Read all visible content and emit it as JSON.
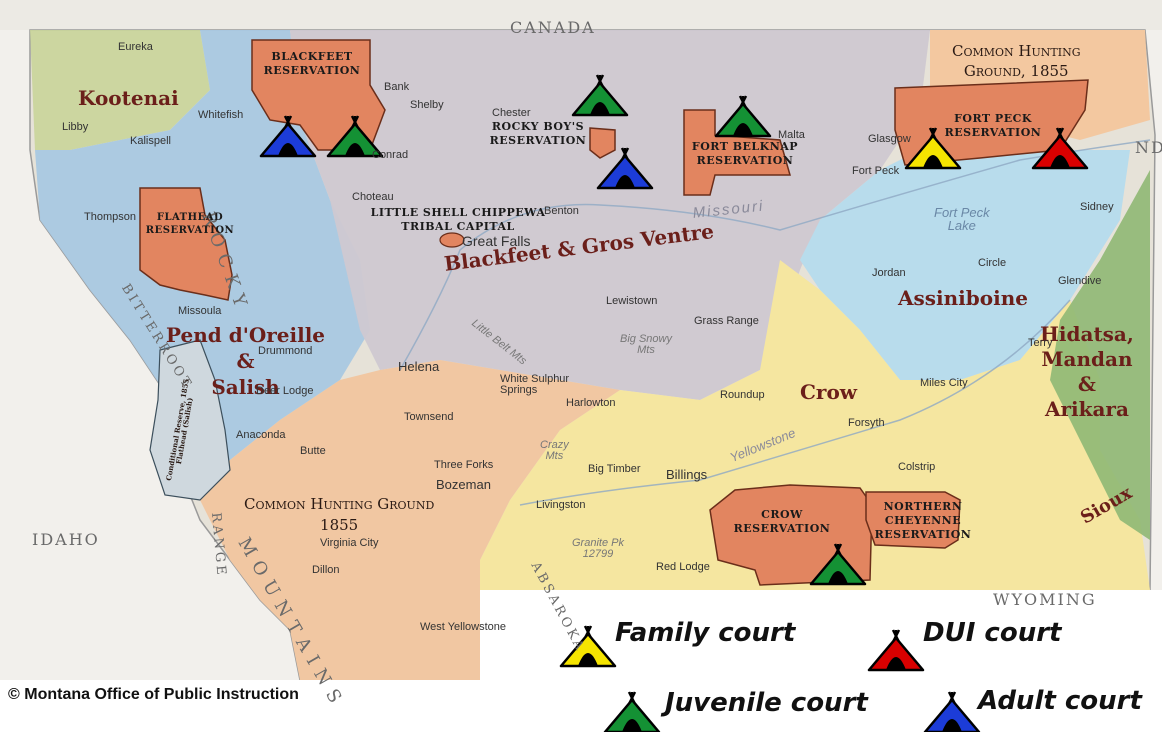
{
  "map": {
    "labels": {
      "canada": "CANADA",
      "wyoming": "WYOMING",
      "idaho": "IDAHO",
      "nd": "ND",
      "rocky": "ROCKY",
      "mountains": "MOUNTAINS",
      "absaroka": "ABSAROKA",
      "bitterroot": "BITTERROOT",
      "range": "RANGE"
    },
    "regions": {
      "kootenai": "Kootenai",
      "pend_oreille": "Pend d'Oreille\n&\nSalish",
      "blackfeet_gros_ventre": "Blackfeet & Gros Ventre",
      "assiniboine": "Assiniboine",
      "crow": "Crow",
      "hidatsa": "Hidatsa,\nMandan\n&\nArikara",
      "sioux": "Sioux",
      "common_hunting_north": "Common Hunting\nGround, 1855",
      "common_hunting_south": "Common Hunting Ground\n1855",
      "conditional_reserve": "Conditional Reserve, 1855\nFlathead (Salish)"
    },
    "reservations": {
      "blackfeet": "BLACKFEET\nRESERVATION",
      "flathead": "FLATHEAD\nRESERVATION",
      "rocky_boys": "ROCKY BOY'S\nRESERVATION",
      "fort_belknap": "FORT BELKNAP\nRESERVATION",
      "fort_peck": "FORT PECK\nRESERVATION",
      "little_shell": "LITTLE SHELL CHIPPEWA\nTRIBAL CAPITAL",
      "crow": "CROW\nRESERVATION",
      "northern_cheyenne": "NORTHERN\nCHEYENNE\nRESERVATION"
    },
    "places": {
      "eureka": "Eureka",
      "libby": "Libby",
      "kalispell": "Kalispell",
      "whitefish": "Whitefish",
      "thompson_falls": "Thompson",
      "missoula": "Missoula",
      "drummond": "Drummond",
      "deer_lodge": "Deer Lodge",
      "anaconda": "Anaconda",
      "butte": "Butte",
      "dillon": "Dillon",
      "virginia_city": "Virginia City",
      "west_yellowstone": "West Yellowstone",
      "helena": "Helena",
      "townsend": "Townsend",
      "three_forks": "Three Forks",
      "bozeman": "Bozeman",
      "livingston": "Livingston",
      "big_timber": "Big Timber",
      "red_lodge": "Red Lodge",
      "billings": "Billings",
      "harlowton": "Harlowton",
      "white_sulphur": "White Sulphur\nSprings",
      "roundup": "Roundup",
      "forsyth": "Forsyth",
      "colstrip": "Colstrip",
      "miles_city": "Miles City",
      "glendive": "Glendive",
      "sidney": "Sidney",
      "circle": "Circle",
      "jordan": "Jordan",
      "lewistown": "Lewistown",
      "grass_range": "Grass Range",
      "great_falls": "Great Falls",
      "benton": "Benton",
      "choteau": "Choteau",
      "conrad": "Conrad",
      "shelby": "Shelby",
      "chester": "Chester",
      "malta": "Malta",
      "glasgow": "Glasgow",
      "fort_peck_town": "Fort Peck",
      "bank": "Bank",
      "big_snowy": "Big Snowy\nMts",
      "little_belt": "Little Belt Mts",
      "crazy_mts": "Crazy\nMts",
      "granite_pk": "Granite Pk\n12799",
      "terry": "Terry",
      "fort_peck_lake": "Fort Peck\nLake",
      "missouri": "Missouri",
      "yellowstone": "Yellowstone"
    }
  },
  "legend": {
    "family": {
      "label": "Family court",
      "color": "#f5e400"
    },
    "dui": {
      "label": "DUI court",
      "color": "#d90000"
    },
    "juvenile": {
      "label": "Juvenile court",
      "color": "#149134"
    },
    "adult": {
      "label": "Adult court",
      "color": "#1c3cd8"
    }
  },
  "copyright": "© Montana Office of Public Instruction"
}
